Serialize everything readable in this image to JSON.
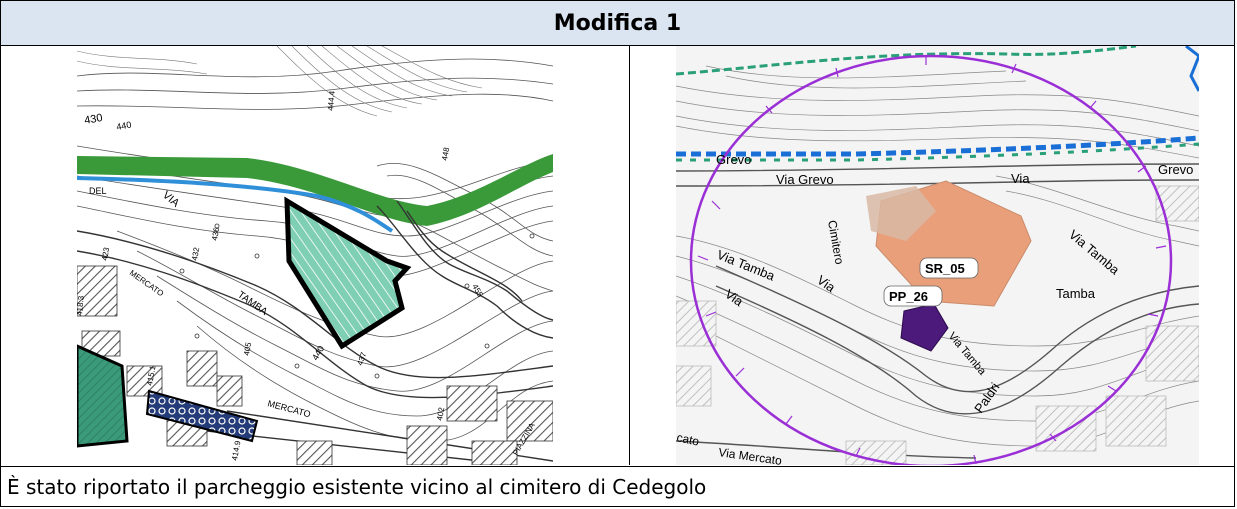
{
  "title": "Modifica 1",
  "caption": "È stato riportato il parcheggio esistente vicino al cimitero di Cedegolo",
  "left_map": {
    "labels": [
      "430",
      "440",
      "VIA",
      "DEL",
      "TAMBA",
      "MERCATO",
      "MERCATO",
      "418.3",
      "423",
      "432",
      "436",
      "440",
      "437",
      "405",
      "415.1",
      "414.9",
      "402",
      "444.4",
      "448",
      "455",
      "PIAZZINA"
    ]
  },
  "right_map": {
    "labels": {
      "grevo1": "Grevo",
      "via_grevo": "Via Grevo",
      "via1": "Via",
      "grevo2": "Grevo",
      "via_tamba1": "Via Tamba",
      "cimitero": "Cimitero",
      "via_tamba2": "Via Tamba",
      "via2": "Via",
      "via3": "Via",
      "sr05": "SR_05",
      "pp26": "PP_26",
      "tamba": "Tamba",
      "via_tamba3": "Via Tamba",
      "paldri": "Paldri",
      "cato": "cato",
      "via_mercato": "Via Mercato"
    }
  },
  "colors": {
    "header_bg": "#dbe5f1",
    "green_band": "#3a9a3a",
    "blue_line": "#2f8fd8",
    "hatched_area": "#7fcfb5",
    "outline": "#000000",
    "purple_circle": "#9a2fd6",
    "sr05_fill": "#e9a07a",
    "pp26_fill": "#4b1a7a",
    "grevo_dash": "#1a6fd6",
    "green_dash": "#2aa07a"
  }
}
